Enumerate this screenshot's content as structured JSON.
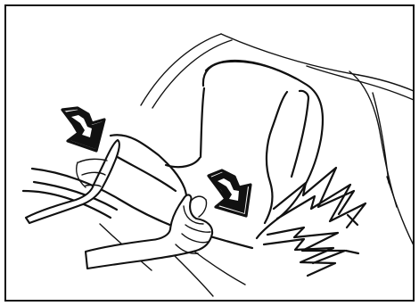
{
  "illustration": {
    "colors": {
      "ink": "#111111",
      "paper": "#ffffff"
    },
    "parts": [
      "seat-back",
      "seat-cushion",
      "left-hand",
      "right-hand",
      "push-arrow-left",
      "push-arrow-right",
      "impact-lightning"
    ]
  }
}
